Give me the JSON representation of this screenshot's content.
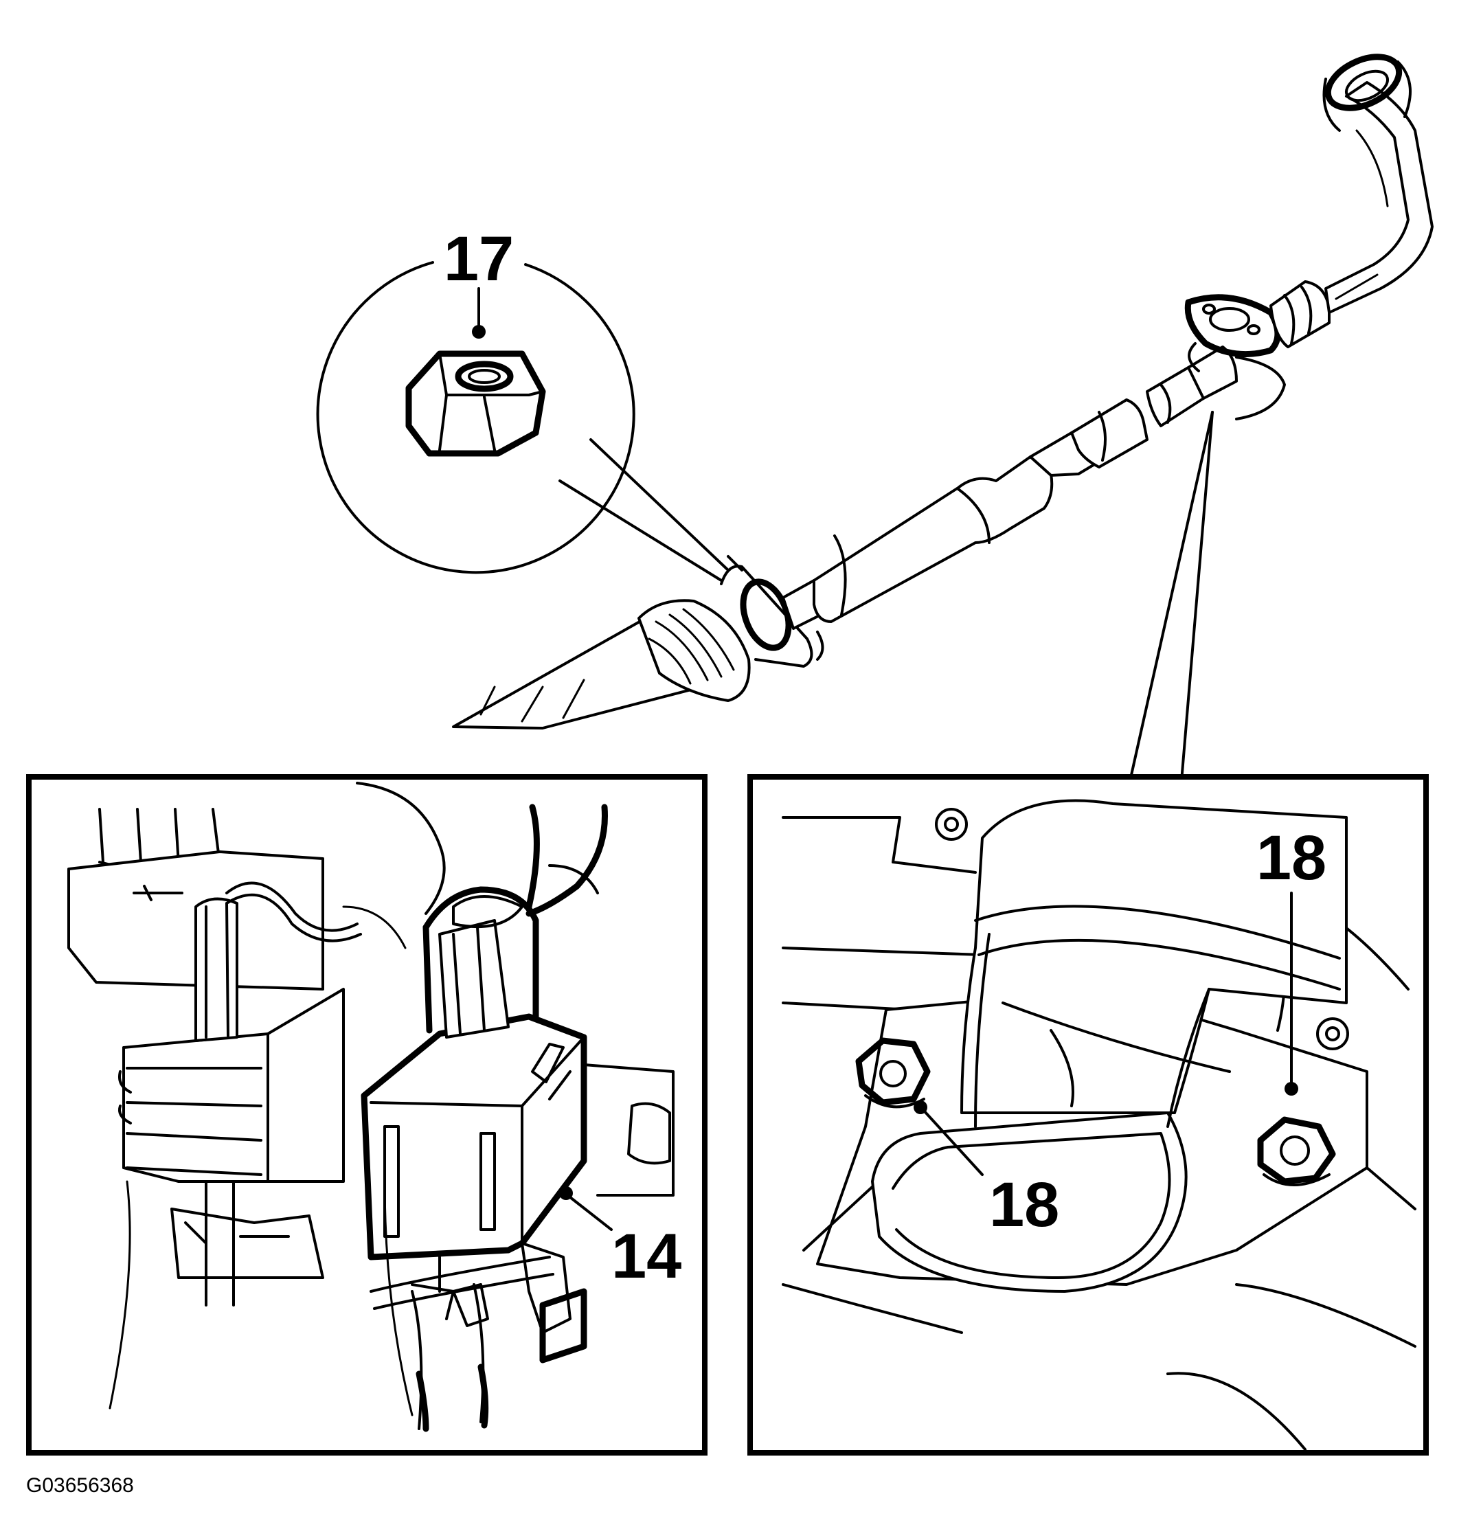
{
  "callouts": {
    "nut_label": "17",
    "flange_bolt_label_right": "18",
    "flange_bolt_label_left": "18",
    "connector_label": "14"
  },
  "figure_id": "G03656368",
  "colors": {
    "line": "#000000",
    "background": "#ffffff"
  }
}
